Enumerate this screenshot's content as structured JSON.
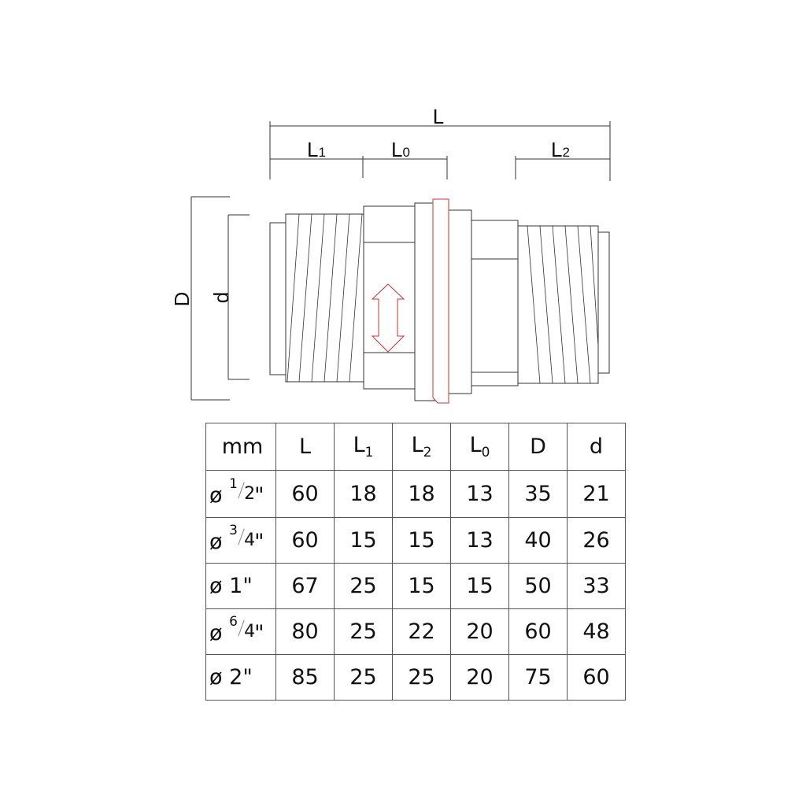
{
  "drawing": {
    "labels": {
      "L": "L",
      "L1": "L",
      "L1_sub": "1",
      "L0": "L",
      "L0_sub": "0",
      "L2": "L",
      "L2_sub": "2",
      "D": "D",
      "d": "d"
    },
    "colors": {
      "line": "#333333",
      "accent": "#d23030"
    }
  },
  "table": {
    "header": [
      {
        "main": "mm",
        "sub": ""
      },
      {
        "main": "L",
        "sub": ""
      },
      {
        "main": "L",
        "sub": "1"
      },
      {
        "main": "L",
        "sub": "2"
      },
      {
        "main": "L",
        "sub": "0"
      },
      {
        "main": "D",
        "sub": ""
      },
      {
        "main": "d",
        "sub": ""
      }
    ],
    "rows": [
      {
        "symbol": "ø",
        "num": "1",
        "den": "2",
        "whole": "",
        "inch": "\"",
        "values": [
          "60",
          "18",
          "18",
          "13",
          "35",
          "21"
        ]
      },
      {
        "symbol": "ø",
        "num": "3",
        "den": "4",
        "whole": "",
        "inch": "\"",
        "values": [
          "60",
          "15",
          "15",
          "13",
          "40",
          "26"
        ]
      },
      {
        "symbol": "ø",
        "num": "",
        "den": "",
        "whole": "1",
        "inch": "\"",
        "values": [
          "67",
          "25",
          "15",
          "15",
          "50",
          "33"
        ]
      },
      {
        "symbol": "ø",
        "num": "6",
        "den": "4",
        "whole": "",
        "inch": "\"",
        "values": [
          "80",
          "25",
          "22",
          "20",
          "60",
          "48"
        ]
      },
      {
        "symbol": "ø",
        "num": "",
        "den": "",
        "whole": "2",
        "inch": "\"",
        "values": [
          "85",
          "25",
          "25",
          "20",
          "75",
          "60"
        ]
      }
    ]
  }
}
